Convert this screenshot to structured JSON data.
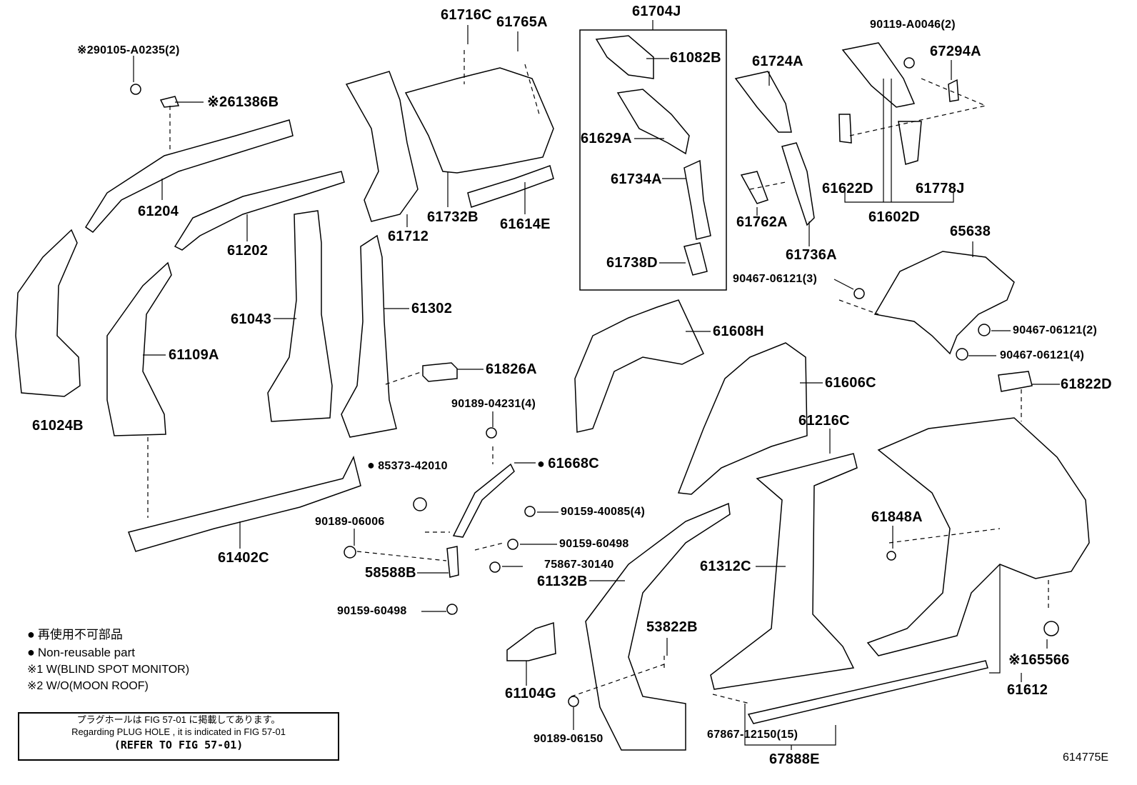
{
  "diagram_id": "614775E",
  "parts": {
    "p61716C": "61716C",
    "p61765A": "61765A",
    "p61704J": "61704J",
    "p90119": "90119-A0046(2)",
    "p90105": "※290105-A0235(2)",
    "p61386B": "※261386B",
    "p61082B": "61082B",
    "p61724A": "61724A",
    "p67294A": "67294A",
    "p61629A": "61629A",
    "p61204": "61204",
    "p61734A": "61734A",
    "p61622D": "61622D",
    "p61778J": "61778J",
    "p61602D": "61602D",
    "p61732B": "61732B",
    "p61614E": "61614E",
    "p61762A": "61762A",
    "p61712": "61712",
    "p65638": "65638",
    "p61202": "61202",
    "p61736A": "61736A",
    "p61738D": "61738D",
    "p90467a": "90467-06121(3)",
    "p61302": "61302",
    "p61043": "61043",
    "p61608H": "61608H",
    "p90467b": "90467-06121(2)",
    "p61109A": "61109A",
    "p90467c": "90467-06121(4)",
    "p61826A": "61826A",
    "p61606C": "61606C",
    "p61822D": "61822D",
    "p90189a": "90189-04231(4)",
    "p61024B": "61024B",
    "p61216C": "61216C",
    "p85373": "85373-42010",
    "p61668C": "61668C",
    "p90159a": "90159-40085(4)",
    "p61848A": "61848A",
    "p90189b": "90189-06006",
    "p61402C": "61402C",
    "p90159b": "90159-60498",
    "p61312C": "61312C",
    "p75867": "75867-30140",
    "p58588B": "58588B",
    "p61132B": "61132B",
    "p90159c": "90159-60498",
    "p53822B": "53822B",
    "p61104G": "61104G",
    "p65566": "※165566",
    "p61612": "61612",
    "p90189c": "90189-06150",
    "p67867": "67867-12150(15)",
    "p67888E": "67888E"
  },
  "legend": {
    "jp": "再使用不可部品",
    "en": "Non-reusable part",
    "note1": "※1 W(BLIND SPOT MONITOR)",
    "note2": "※2 W/O(MOON ROOF)"
  },
  "reference": {
    "jp": "プラグホールは FIG 57-01 に掲載してあります。",
    "en": "Regarding  PLUG  HOLE , it is indicated in FIG  57-01",
    "refer": "(REFER TO FIG 57-01)"
  }
}
